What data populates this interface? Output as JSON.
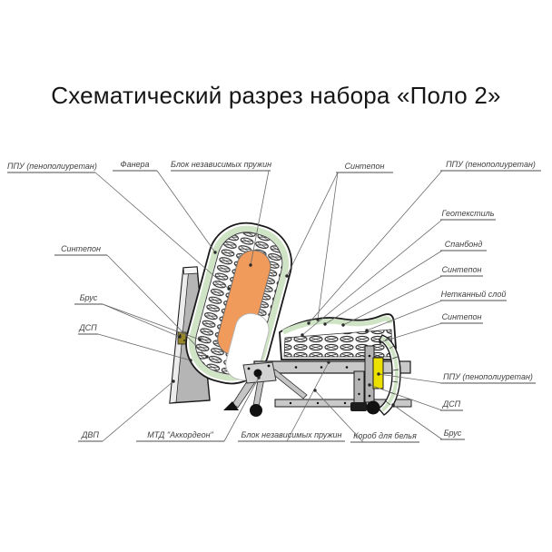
{
  "title": "Схематический разрез набора «Поло 2»",
  "colors": {
    "foam_orange": "#f09a5c",
    "layer_green": "#cfe4c4",
    "foam_yellow": "#ece000",
    "panel_gray": "#b5b5b5",
    "frame_gray": "#c9c9c9",
    "outline": "#1a1a1a",
    "label_text": "#3f3f3f",
    "leader_line": "#6a6a6a"
  },
  "labels": [
    {
      "id": "ppu_top_left",
      "text": "ППУ (пенополиуретан)"
    },
    {
      "id": "fanera",
      "text": "Фанера"
    },
    {
      "id": "blok_top",
      "text": "Блок независимых пружин"
    },
    {
      "id": "sintepon_top",
      "text": "Синтепон"
    },
    {
      "id": "ppu_top_right",
      "text": "ППУ (пенополиуретан)"
    },
    {
      "id": "geotextil",
      "text": "Геотекстиль"
    },
    {
      "id": "spanbond",
      "text": "Спанбонд"
    },
    {
      "id": "sintepon_r1",
      "text": "Синтепон"
    },
    {
      "id": "netkannyi",
      "text": "Нетканный слой"
    },
    {
      "id": "sintepon_r2",
      "text": "Синтепон"
    },
    {
      "id": "ppu_right",
      "text": "ППУ (пенополиуретан)"
    },
    {
      "id": "dsp_right",
      "text": "ДСП"
    },
    {
      "id": "brus_right",
      "text": "Брус"
    },
    {
      "id": "sintepon_left",
      "text": "Синтепон"
    },
    {
      "id": "brus_left",
      "text": "Брус"
    },
    {
      "id": "dsp_left",
      "text": "ДСП"
    },
    {
      "id": "dvp",
      "text": "ДВП"
    },
    {
      "id": "mgd",
      "text": "МТД \"Аккордеон\""
    },
    {
      "id": "blok_bottom",
      "text": "Блок независимых пружин"
    },
    {
      "id": "korob",
      "text": "Короб для белья"
    }
  ]
}
